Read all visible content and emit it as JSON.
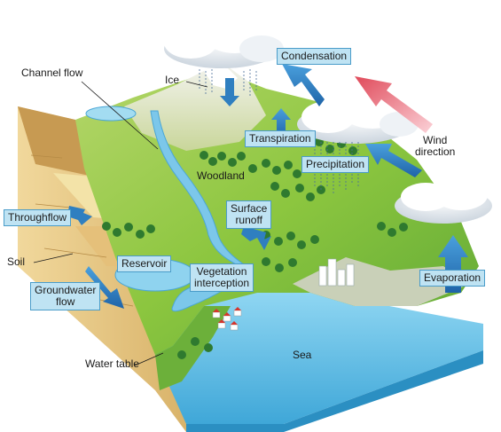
{
  "labels": {
    "channel_flow": "Channel flow",
    "ice": "Ice",
    "condensation": "Condensation",
    "transpiration": "Transpiration",
    "precipitation": "Precipitation",
    "wind_direction_line1": "Wind",
    "wind_direction_line2": "direction",
    "woodland": "Woodland",
    "surface_runoff_line1": "Surface",
    "surface_runoff_line2": "runoff",
    "throughflow": "Throughflow",
    "soil": "Soil",
    "reservoir": "Reservoir",
    "vegetation_interception_line1": "Vegetation",
    "vegetation_interception_line2": "interception",
    "groundwater_flow_line1": "Groundwater",
    "groundwater_flow_line2": "flow",
    "evaporation": "Evaporation",
    "water_table": "Water table",
    "sea": "Sea"
  },
  "colors": {
    "label_box_fill": "#bfe3f3",
    "label_box_border": "#4a9cc9",
    "arrow_blue": "#2f7fc0",
    "wind_arrow_red": "#e04a5a",
    "sea": "#6cc4ea",
    "land_green": "#8cc63f",
    "soil": "#e9c98a"
  }
}
